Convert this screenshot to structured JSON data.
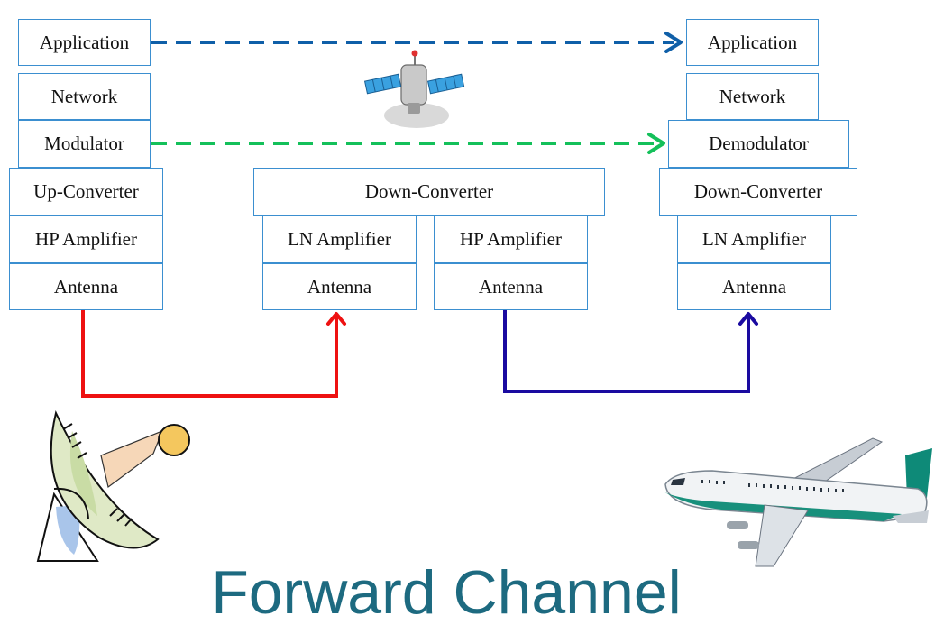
{
  "ground_station": {
    "application": "Application",
    "network": "Network",
    "modulator": "Modulator",
    "up_converter": "Up-Converter",
    "hp_amplifier": "HP Amplifier",
    "antenna": "Antenna"
  },
  "satellite": {
    "down_converter": "Down-Converter",
    "ln_amplifier": "LN Amplifier",
    "rx_antenna": "Antenna",
    "hp_amplifier": "HP Amplifier",
    "tx_antenna": "Antenna"
  },
  "aircraft": {
    "application": "Application",
    "network": "Network",
    "demodulator": "Demodulator",
    "down_converter": "Down-Converter",
    "ln_amplifier": "LN Amplifier",
    "antenna": "Antenna"
  },
  "colors": {
    "box_border": "#3b8fd0",
    "application_link": "#0f5fa8",
    "modulation_link": "#14c05a",
    "uplink": "#ee1111",
    "downlink": "#1a0aa0",
    "title": "#1d6a80"
  },
  "icons": [
    "satellite-icon",
    "dish-antenna-icon",
    "airplane-icon"
  ],
  "title": "Forward Channel"
}
